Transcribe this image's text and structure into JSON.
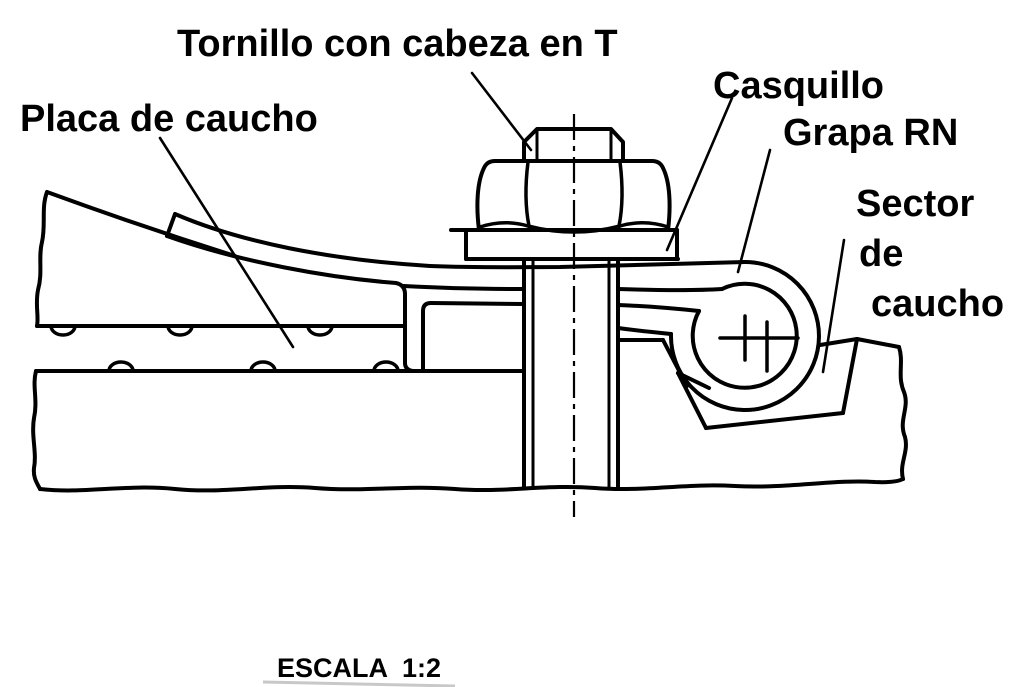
{
  "labels": {
    "tornillo": "Tornillo con cabeza en T",
    "placa": "Placa de caucho",
    "casquillo": "Casquillo",
    "grapa": "Grapa RN",
    "sector_line1": "Sector",
    "sector_line2": "de",
    "sector_line3": "caucho",
    "escala": "ESCALA  1:2"
  },
  "drawing": {
    "type": "technical-cross-section",
    "subject": "rail fastening assembly",
    "scale": "1:2"
  },
  "colors": {
    "line": "#000000",
    "background": "#ffffff",
    "artifact": "#c8c8c8"
  }
}
